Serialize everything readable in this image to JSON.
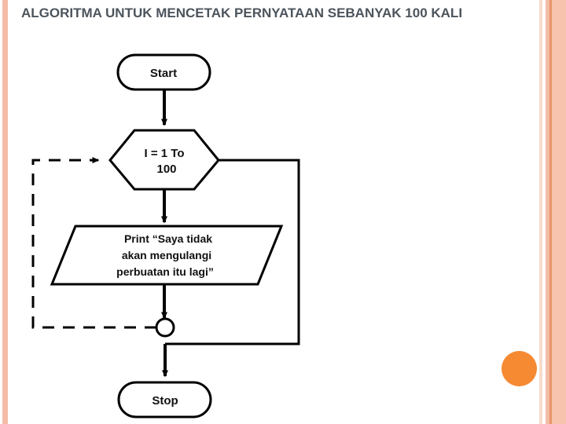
{
  "slide": {
    "title": "ALGORITMA UNTUK MENCETAK PERNYATAAN SEBANYAK 100 KALI",
    "background_color": "#FFFFFF",
    "title_color": "#4C545C"
  },
  "decorations": {
    "left_stripe_color": "#F4BCA6",
    "right_stripe_colors": [
      "#F7DCCB",
      "#F2BDA6",
      "#E8946A",
      "#F8C3AC"
    ],
    "orange_dot_color": "#F58A33"
  },
  "flowchart": {
    "type": "flowchart",
    "nodes": [
      {
        "id": "start",
        "shape": "terminator",
        "label": "Start"
      },
      {
        "id": "loop",
        "shape": "hexagon",
        "label_line1": "I = 1 To",
        "label_line2": "100"
      },
      {
        "id": "print",
        "shape": "parallelogram",
        "label_line1": "Print “Saya tidak",
        "label_line2": "akan mengulangi",
        "label_line3": "perbuatan itu lagi”"
      },
      {
        "id": "junction",
        "shape": "circle",
        "label": ""
      },
      {
        "id": "stop",
        "shape": "terminator",
        "label": "Stop"
      }
    ],
    "edges": [
      {
        "from": "start",
        "to": "loop",
        "style": "solid",
        "arrow": true
      },
      {
        "from": "loop",
        "to": "print",
        "style": "solid",
        "arrow": true
      },
      {
        "from": "print",
        "to": "junction",
        "style": "solid",
        "arrow": true
      },
      {
        "from": "junction",
        "to": "loop",
        "style": "dashed",
        "arrow": true,
        "routing": "left-loop-back"
      },
      {
        "from": "loop",
        "to": "junction",
        "style": "solid",
        "arrow": false,
        "routing": "right-exit-down"
      },
      {
        "from": "junction",
        "to": "stop",
        "style": "solid",
        "arrow": true
      }
    ],
    "line_color": "#000000",
    "fill_color": "#FFFFFF"
  }
}
